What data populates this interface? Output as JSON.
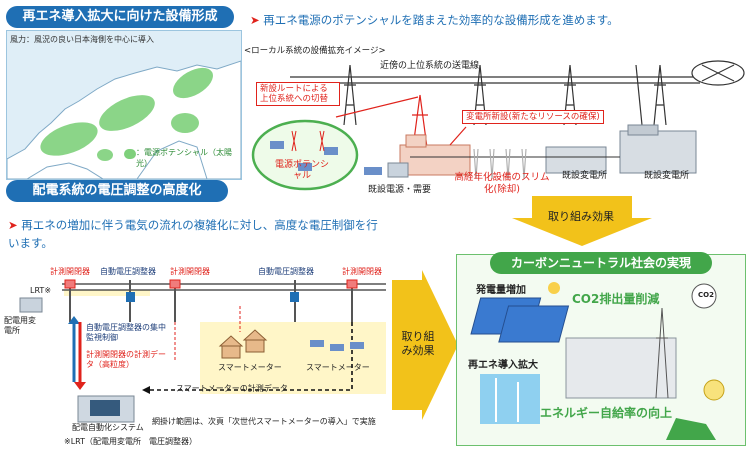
{
  "section1": {
    "title": "再エネ導入拡大に向けた設備形成",
    "map_text": "風力：風況の良い日本海側を中心に導入",
    "map_legend": "：電源ポテンシャル（太陽光）"
  },
  "header_right": {
    "bullet": "再エネ電源のポテンシャルを踏まえた効率的な設備形成を進めます。"
  },
  "image_caption": "<ローカル系統の設備拡充イメージ>",
  "grid_labels": {
    "upper_line": "近傍の上位系統の送電線",
    "new_route": "新設ルートによる上位系統への切替",
    "new_substation": "変電所新設(新たなリソースの確保)",
    "potential": "電源ポテンシャル",
    "existing_source": "既設電源・需要",
    "aging_slim": "高経年化設備のスリム化(除却)",
    "existing_sub1": "既設変電所",
    "existing_sub2": "既設変電所"
  },
  "section2": {
    "title": "配電系統の電圧調整の高度化",
    "bullet": "再エネの増加に伴う電気の流れの複雑化に対し、高度な電圧制御を行います。"
  },
  "distribution": {
    "sensor1": "計測開閉器",
    "regulator1": "自動電圧調整器",
    "sensor2": "計測開閉器",
    "regulator2": "自動電圧調整器",
    "sensor3": "計測開閉器",
    "lrt": "LRT※",
    "substation": "配電用変電所",
    "monitor": "自動電圧調整器の集中監視制御",
    "meas_data": "計測開閉器の計測データ（高粒度）",
    "smart_meter1": "スマートメーター",
    "smart_meter2": "スマートメーター",
    "meter_data": "スマートメーターの計測データ",
    "system": "配電自動化システム",
    "note": "網掛け範囲は、次頁「次世代スマートメーターの導入」で実施",
    "footnote": "※LRT（配電用変電所　電圧調整器）"
  },
  "effects": {
    "top": "取り組み効果",
    "middle": "取り組み効果"
  },
  "result": {
    "title": "カーボンニュートラル社会の実現",
    "gen_increase": "発電量増加",
    "co2_reduction": "CO2排出量削減",
    "re_expansion": "再エネ導入拡大",
    "self_sufficiency": "エネルギー自給率の向上",
    "co2_icon_text": "CO2"
  },
  "colors": {
    "blue": "#1f6fb4",
    "red": "#e0231c",
    "green": "#42a64a",
    "yellow_arrow": "#f2c21a"
  }
}
